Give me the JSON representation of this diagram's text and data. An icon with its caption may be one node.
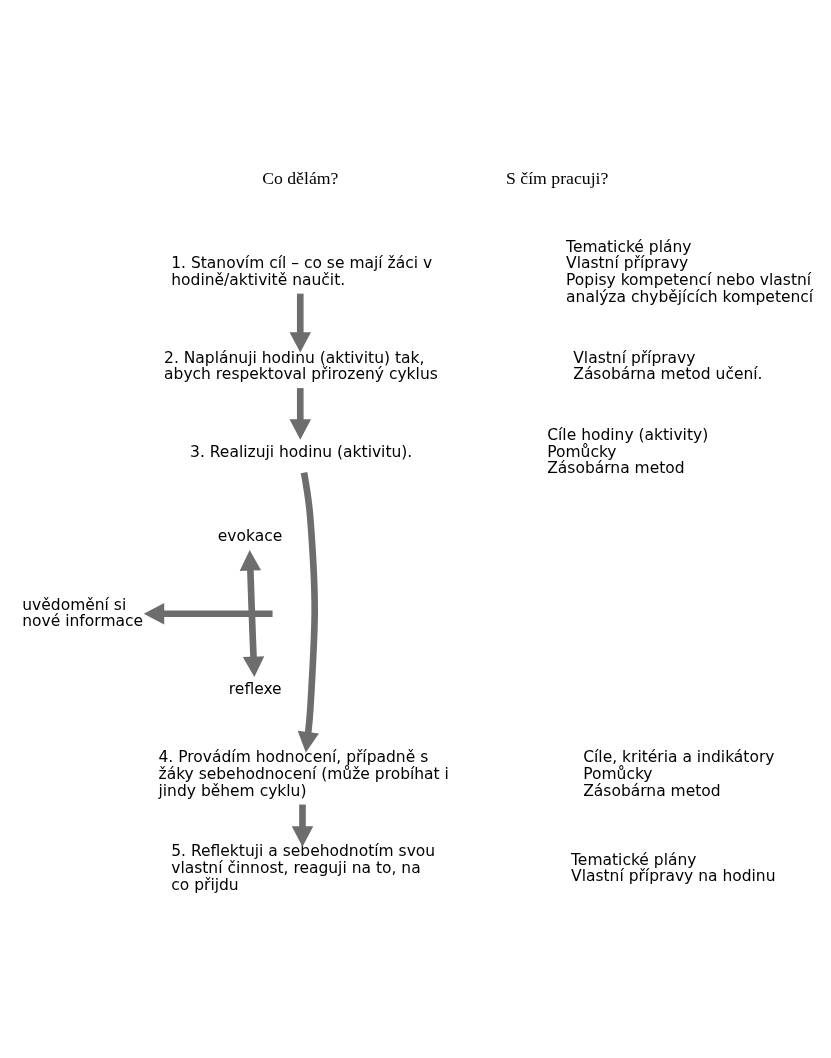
{
  "diagram": {
    "nodes": [
      {
        "text": [
          "1. Stanovím cíl – co se mají žáci v hodině/aktivitě naučit."
        ],
        "beside": [
          "Tematické plány",
          "Vlastní přípravy",
          "Popisy kompetencí nebo vlastní analýza chybějících kompetencí"
        ]
      },
      {
        "text": [
          "2. Naplánuji hodinu (aktivitu) tak, abych respektoval přirozený cyklus"
        ],
        "beside": [
          "Vlastní přípravy",
          "Zásobárna metod učení."
        ]
      },
      {
        "text": [
          "3. Realizuji hodinu (aktivitu)."
        ],
        "beside": [
          "Cíle hodiny (aktivity)",
          "Pomůcky",
          "Zásobárna metod"
        ]
      },
      {
        "text": [
          "evokace"
        ]
      },
      {
        "text": [
          "uvědomění si nové informace"
        ]
      },
      {
        "text": [
          "reflexe"
        ]
      },
      {
        "text": [
          "4. Provádím hodnocení, případně s žáky sebehodnocení (může probíhat i jindy během cyklu)"
        ],
        "beside": [
          "Cíle, kritéria a indikátory",
          "Pomůcky",
          "Zásobárna metod"
        ]
      },
      {
        "text": [
          "5. Reflektuji a sebehodnotím svou vlastní činnost, reaguji na to, na co přijdu"
        ],
        "beside": [
          "Tematické plány",
          "Vlastní přípravy na hodinu"
        ]
      }
    ],
    "edges": [
      {
        "from": 0,
        "to": 1,
        "arrow": "to"
      },
      {
        "from": 1,
        "to": 2,
        "arrow": "to"
      },
      {
        "from": 2,
        "to": 6,
        "arrow": "to"
      },
      {
        "from": 3,
        "to": 5,
        "arrow": "both"
      },
      {
        "from": null,
        "to": 4,
        "arrow": "to"
      },
      {
        "from": 6,
        "to": 7,
        "arrow": "to"
      }
    ],
    "labels": [
      "Co dělám?",
      "S čím pracuji?"
    ]
  }
}
